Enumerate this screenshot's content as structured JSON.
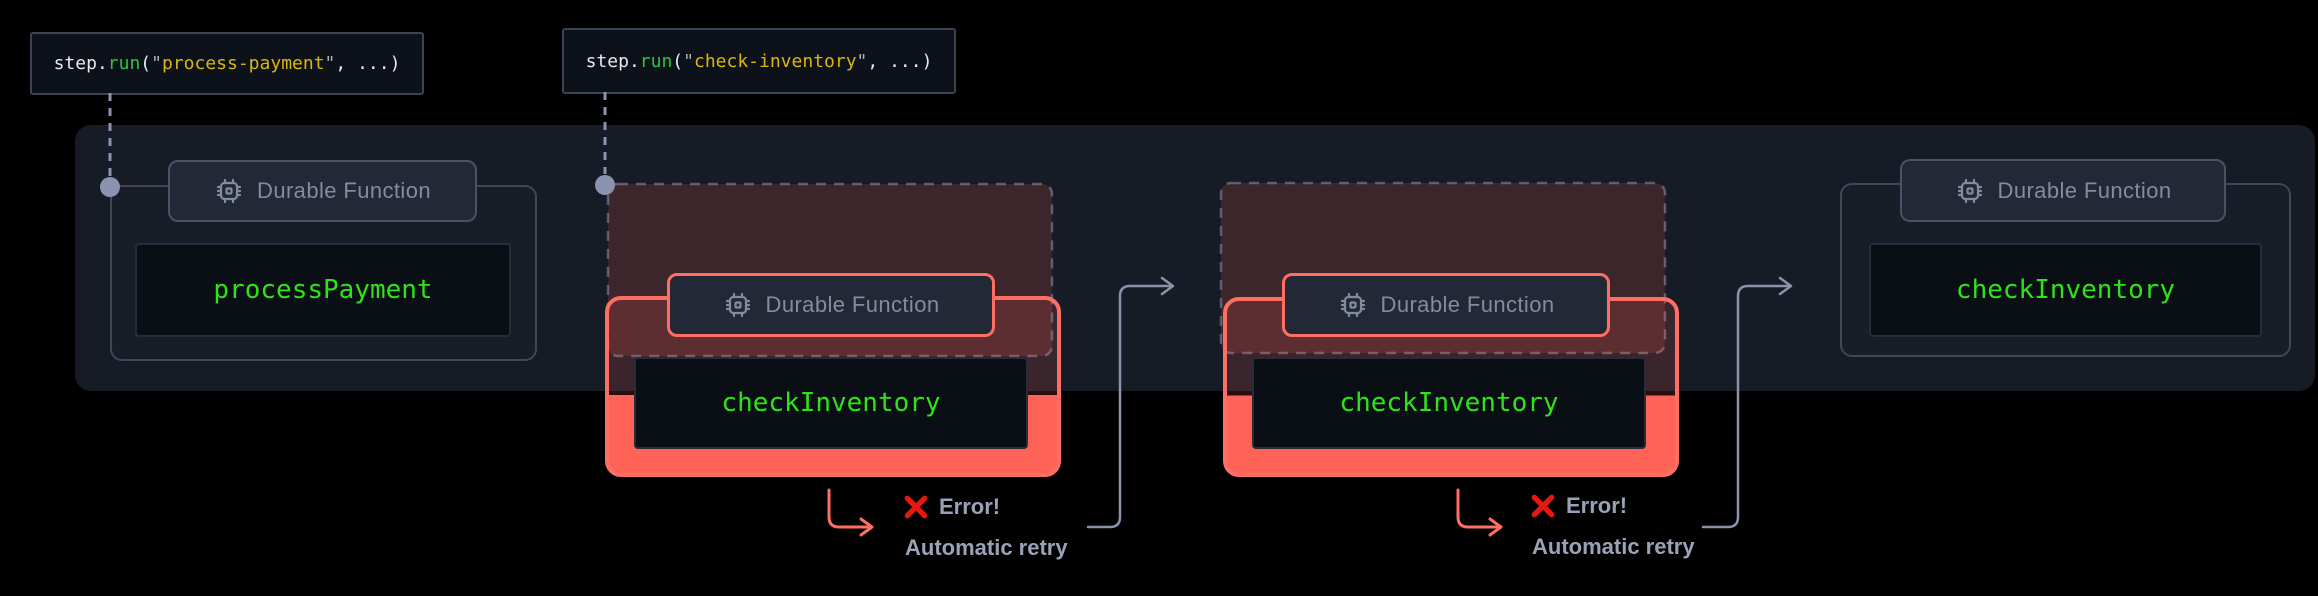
{
  "colors": {
    "background": "#000000",
    "panel_bg": "#161b26",
    "accent_salmon": "#ff6e62",
    "function_green": "#2fe319",
    "code_green": "#2bc53d",
    "code_yellow": "#d8b70f",
    "muted_gray": "#8b93ae",
    "error_red": "#e3180f"
  },
  "code_snippets": [
    {
      "object": "step",
      "dot": ".",
      "method": "run",
      "open": "(",
      "quote_open": "\"",
      "argument": "process-payment",
      "quote_close": "\"",
      "rest": ", ...)"
    },
    {
      "object": "step",
      "dot": ".",
      "method": "run",
      "open": "(",
      "quote_open": "\"",
      "argument": "check-inventory",
      "quote_close": "\"",
      "rest": ", ...)"
    }
  ],
  "badge": {
    "label": "Durable Function",
    "icon": "cpu-chip-icon"
  },
  "functions": [
    {
      "name": "processPayment",
      "status": "normal"
    },
    {
      "name": "checkInventory",
      "status": "failed-attempt"
    },
    {
      "name": "checkInventory",
      "status": "failed-attempt"
    },
    {
      "name": "checkInventory",
      "status": "normal"
    }
  ],
  "annotations": {
    "error_label": "Error!",
    "retry_label": "Automatic retry",
    "error_icon": "x-mark-icon"
  }
}
